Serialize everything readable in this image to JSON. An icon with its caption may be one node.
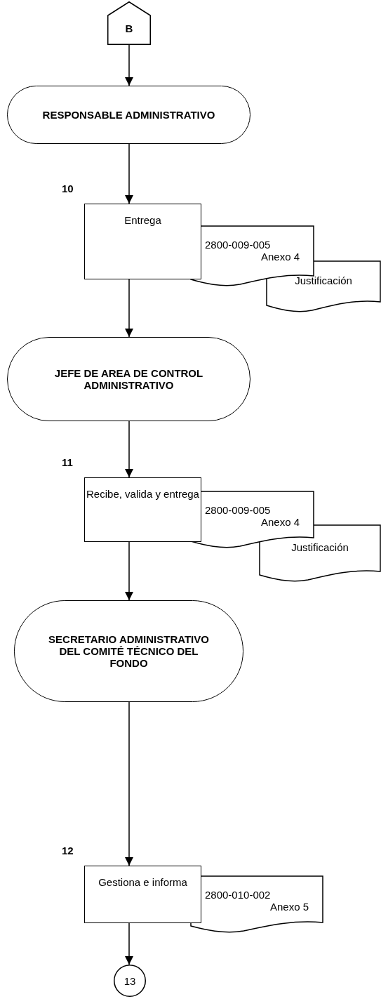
{
  "diagram": {
    "nodes": [
      {
        "text": [
          "B"
        ]
      },
      {
        "text": [
          "RESPONSABLE ADMINISTRATIVO"
        ]
      },
      {
        "text": [
          "Entrega"
        ],
        "beside": [
          "10"
        ]
      },
      {
        "text": [
          "2800-009-005",
          "Anexo 4"
        ]
      },
      {
        "text": [
          "Justificación"
        ]
      },
      {
        "text": [
          "JEFE DE AREA DE CONTROL ADMINISTRATIVO"
        ]
      },
      {
        "text": [
          "Recibe, valida y entrega"
        ],
        "beside": [
          "11"
        ]
      },
      {
        "text": [
          "2800-009-005",
          "Anexo 4"
        ]
      },
      {
        "text": [
          "Justificación"
        ]
      },
      {
        "text": [
          "SECRETARIO ADMINISTRATIVO DEL COMITÉ TÉCNICO DEL FONDO"
        ]
      },
      {
        "text": [
          "Gestiona e informa"
        ],
        "beside": [
          "12"
        ]
      },
      {
        "text": [
          "2800-010-002",
          "Anexo 5"
        ]
      },
      {
        "text": [
          "13"
        ]
      }
    ],
    "edges": [
      {
        "from": 0,
        "to": 1,
        "arrow": "to"
      },
      {
        "from": 1,
        "to": 2,
        "arrow": "to"
      },
      {
        "from": 2,
        "to": 5,
        "arrow": "to"
      },
      {
        "from": 5,
        "to": 6,
        "arrow": "to"
      },
      {
        "from": 6,
        "to": 9,
        "arrow": "to"
      },
      {
        "from": 9,
        "to": 10,
        "arrow": "to"
      },
      {
        "from": 10,
        "to": 12,
        "arrow": "to"
      }
    ]
  }
}
